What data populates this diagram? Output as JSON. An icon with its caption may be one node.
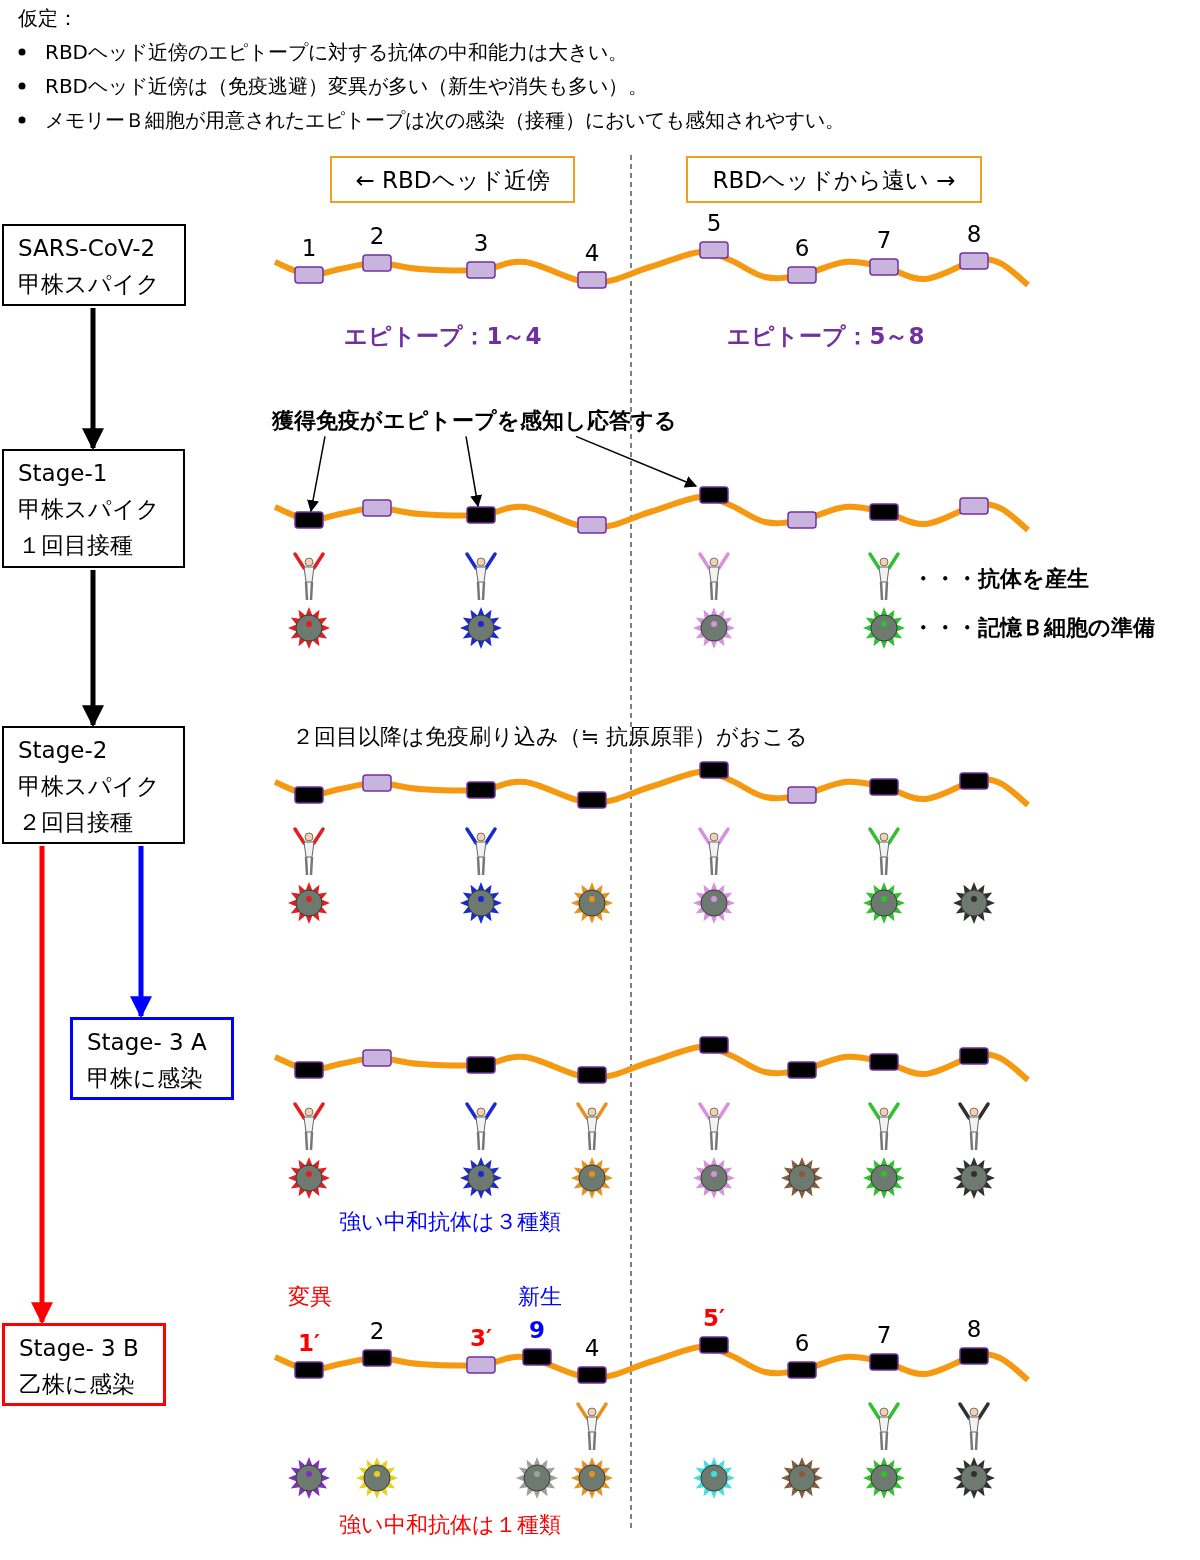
{
  "diagram": {
    "nodes": [
      {
        "text": [
          "← RBDヘッド近傍"
        ]
      },
      {
        "text": [
          "RBDヘッドから遠い →"
        ]
      },
      {
        "text": [
          "SARS-CoV-2",
          "甲株スパイク"
        ]
      },
      {
        "text": [
          "Stage-1",
          "甲株スパイク",
          "１回目接種"
        ]
      },
      {
        "text": [
          "Stage-2",
          "甲株スパイク",
          "２回目接種"
        ]
      },
      {
        "text": [
          "Stage- 3 A",
          "甲株に感染"
        ]
      },
      {
        "text": [
          "Stage- 3 B",
          "乙株に感染"
        ]
      },
      {
        "text": [
          "獲得免疫がエピトープを感知し応答する"
        ]
      },
      {
        "text": [],
        "shape": "box"
      },
      {
        "text": [],
        "shape": "box"
      },
      {
        "text": [],
        "shape": "box"
      },
      {
        "text": [],
        "shape": "box"
      },
      {
        "text": [],
        "shape": "box"
      },
      {
        "text": [],
        "shape": "box"
      },
      {
        "text": [],
        "shape": "box"
      },
      {
        "text": [],
        "shape": "box"
      },
      {
        "text": [],
        "shape": "box"
      },
      {
        "text": [],
        "shape": "box"
      },
      {
        "text": [],
        "shape": "box"
      },
      {
        "text": [],
        "shape": "box"
      },
      {
        "text": [],
        "shape": "box"
      },
      {
        "text": [],
        "shape": "box"
      },
      {
        "text": [],
        "shape": "box"
      },
      {
        "text": [],
        "shape": "box"
      },
      {
        "text": [],
        "shape": "box"
      },
      {
        "text": [],
        "shape": "box"
      },
      {
        "text": [],
        "shape": "box"
      },
      {
        "text": [],
        "shape": "box"
      },
      {
        "text": [],
        "shape": "box"
      },
      {
        "text": [],
        "shape": "box"
      },
      {
        "text": [],
        "shape": "box"
      },
      {
        "text": [],
        "shape": "box"
      },
      {
        "text": [],
        "shape": "box"
      },
      {
        "text": [],
        "shape": "box"
      },
      {
        "text": [],
        "shape": "box"
      },
      {
        "text": [],
        "shape": "box"
      },
      {
        "text": [],
        "shape": "box"
      },
      {
        "text": [],
        "shape": "box"
      },
      {
        "text": [],
        "shape": "box"
      },
      {
        "text": [],
        "shape": "box"
      },
      {
        "text": [],
        "shape": "box"
      },
      {
        "text": [],
        "shape": "box"
      },
      {
        "text": [],
        "shape": "box"
      },
      {
        "text": [],
        "shape": "box"
      },
      {
        "text": [],
        "shape": "box"
      },
      {
        "text": [],
        "shape": "box"
      },
      {
        "text": [],
        "shape": "box"
      },
      {
        "text": [],
        "shape": "box"
      },
      {
        "text": [],
        "shape": "box"
      }
    ],
    "edges": [
      {
        "from": 2,
        "to": 3,
        "arrow": "to"
      },
      {
        "from": 3,
        "to": 4,
        "arrow": "to"
      },
      {
        "from": 4,
        "to": 5,
        "arrow": "to",
        "color": "#0000ff"
      },
      {
        "from": 4,
        "to": 6,
        "arrow": "to",
        "color": "#ff0000"
      },
      {
        "from": 7,
        "to": 16,
        "arrow": "to"
      },
      {
        "from": 7,
        "to": 18,
        "arrow": "to"
      },
      {
        "from": 7,
        "to": 20,
        "arrow": "to"
      }
    ],
    "labels": [
      "仮定：",
      "RBDヘッド近傍のエピトープに対する抗体の中和能力は大きい。",
      "RBDヘッド近傍は（免疫逃避）変異が多い（新生や消失も多い）。",
      "メモリーＢ細胞が用意されたエピトープは次の感染（接種）においても感知されやすい。",
      "1",
      "2",
      "3",
      "4",
      "5",
      "6",
      "7",
      "8",
      "エピトープ：1～4",
      "エピトープ：5～8",
      "・・・抗体を産生",
      "・・・記憶Ｂ細胞の準備",
      "２回目以降は免疫刷り込み（≒ 抗原原罪）がおこる",
      "強い中和抗体は３種類",
      "変異",
      "新生",
      "1′",
      "2",
      "3′",
      "9",
      "4",
      "5′",
      "6",
      "7",
      "8",
      "強い中和抗体は１種類"
    ]
  }
}
